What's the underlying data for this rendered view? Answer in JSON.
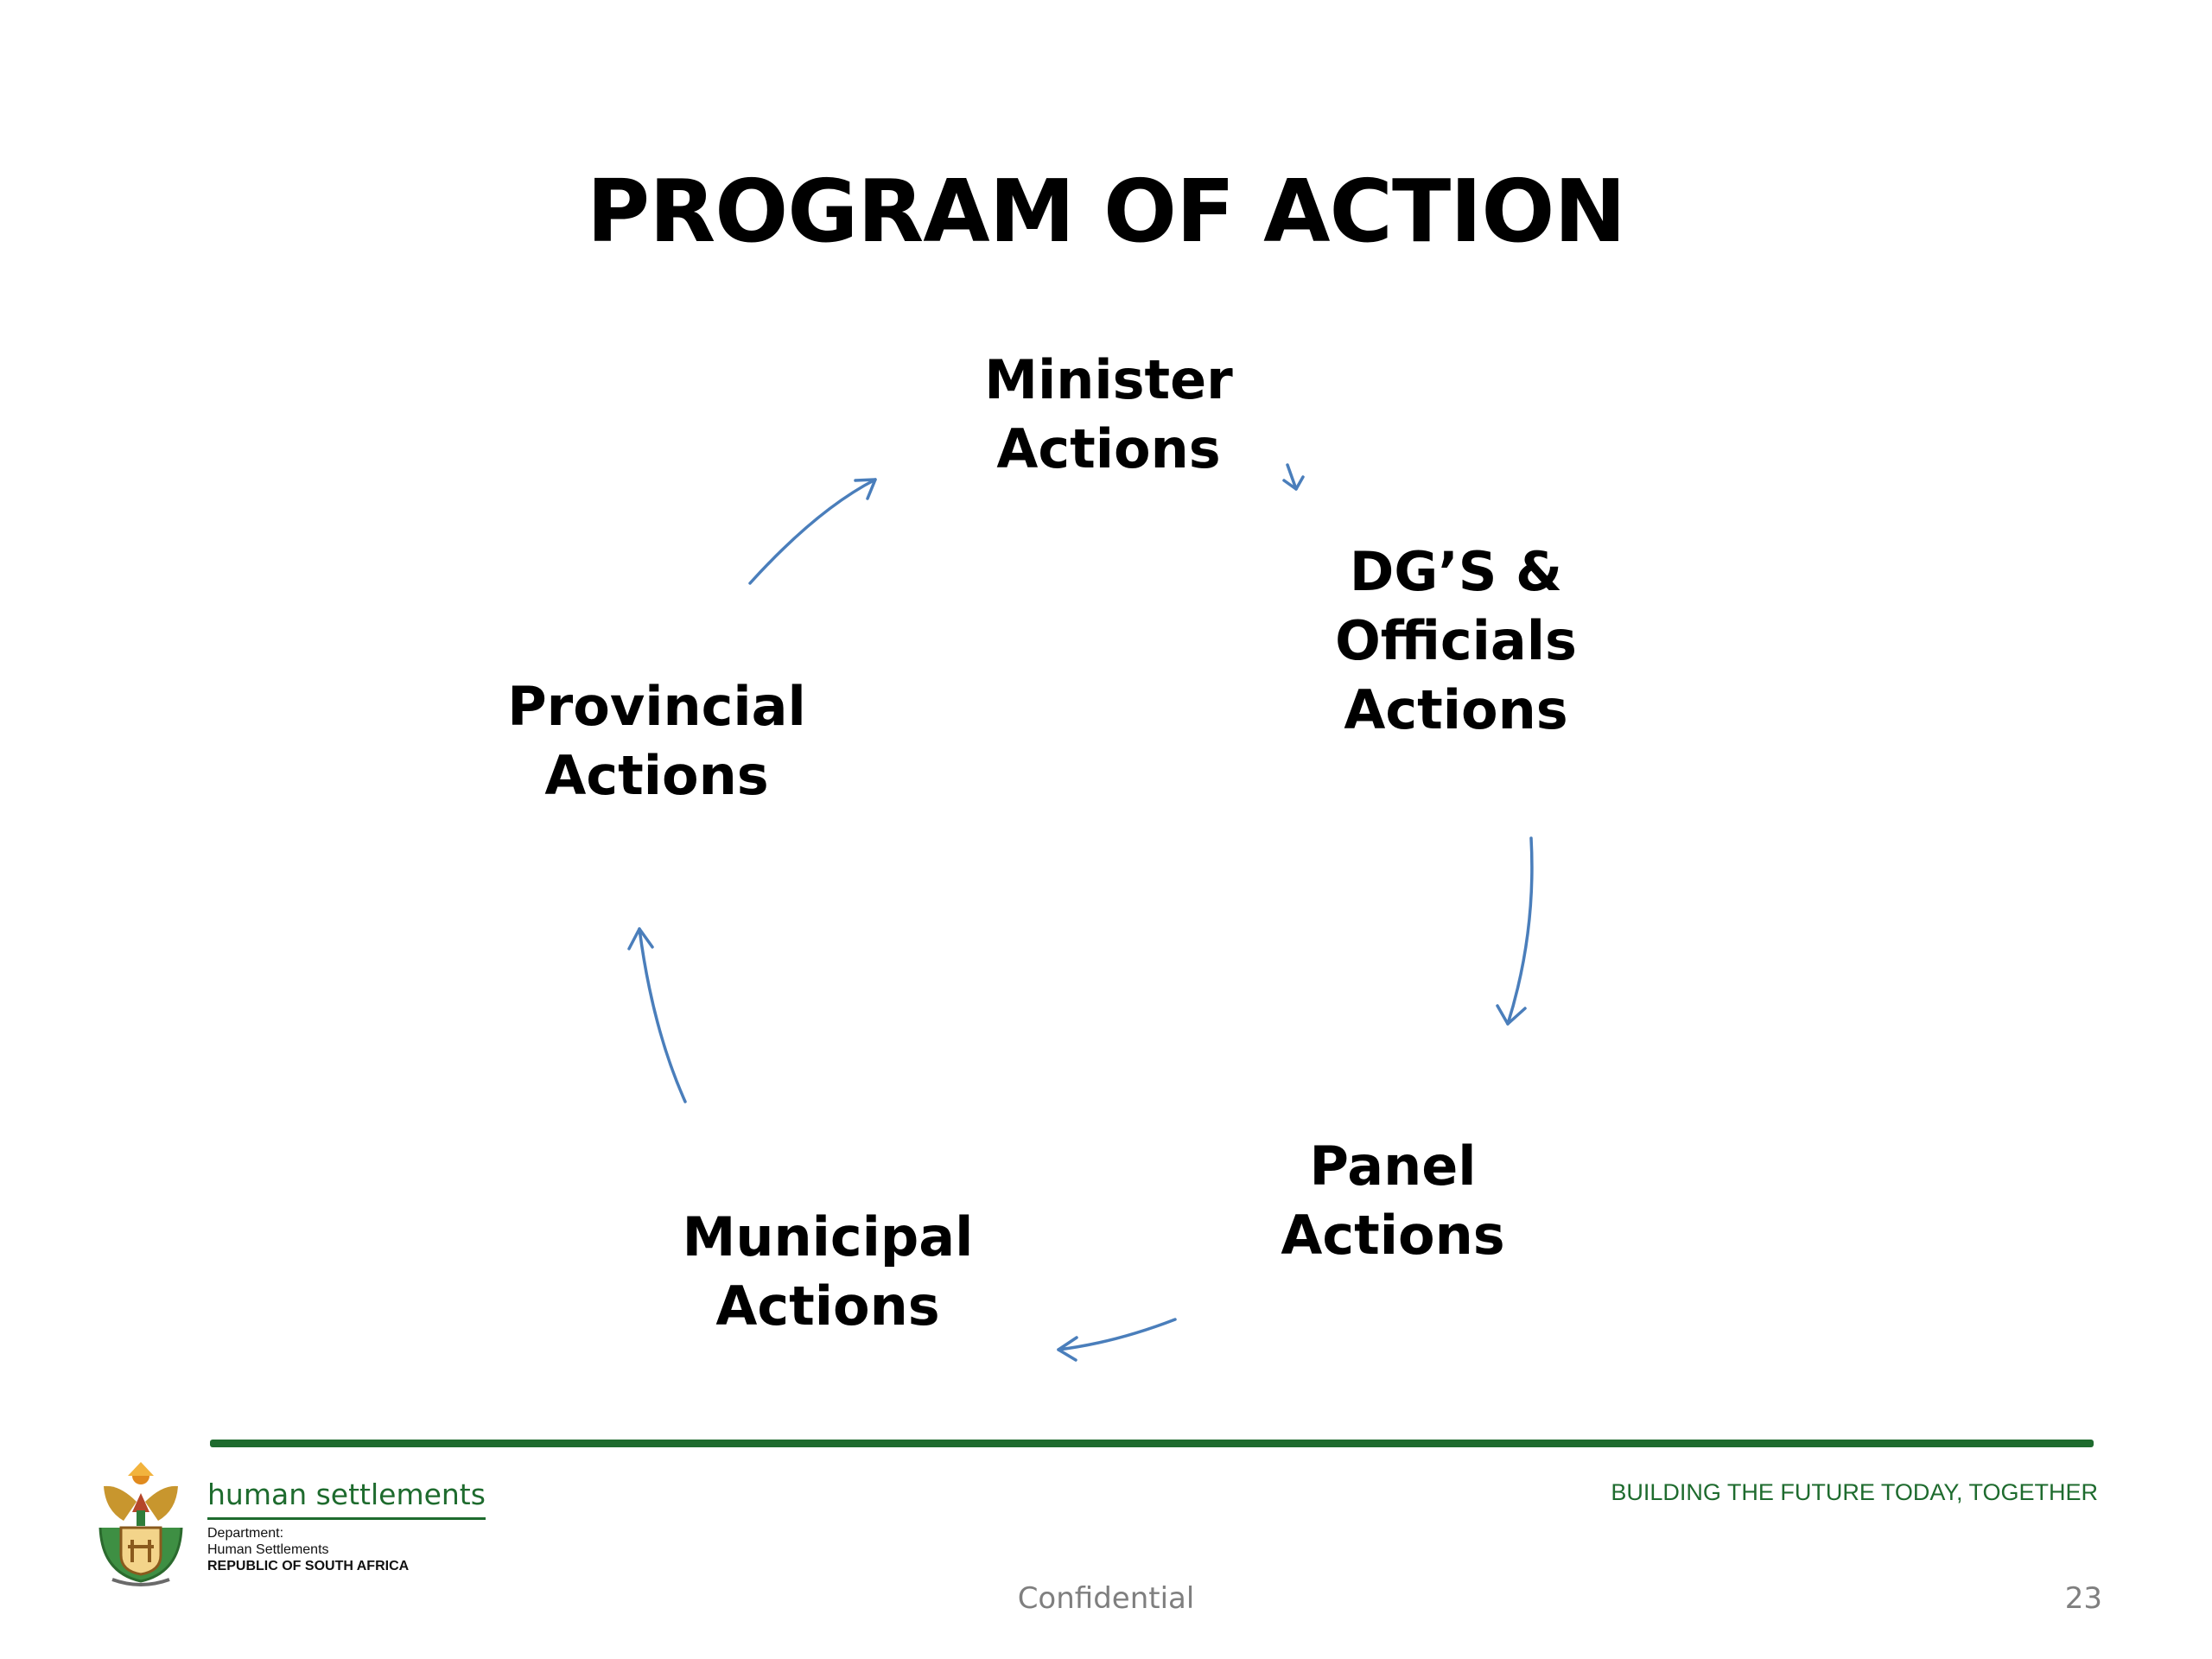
{
  "slide": {
    "title": "PROGRAM OF ACTION"
  },
  "cycle": {
    "nodes": [
      {
        "id": "minister",
        "lines": [
          "Minister",
          "Actions"
        ]
      },
      {
        "id": "dgs",
        "lines": [
          "DG’S &",
          "Officials",
          "Actions"
        ]
      },
      {
        "id": "panel",
        "lines": [
          "Panel",
          "Actions"
        ]
      },
      {
        "id": "municipal",
        "lines": [
          "Municipal",
          "Actions"
        ]
      },
      {
        "id": "provincial",
        "lines": [
          "Provincial",
          "Actions"
        ]
      }
    ],
    "arrow_color": "#4a7ebb",
    "flow": "minister → dgs → panel → municipal → provincial → minister"
  },
  "footer": {
    "department_name": "human settlements",
    "department_lines": [
      "Department:",
      "Human Settlements",
      "REPUBLIC OF SOUTH AFRICA"
    ],
    "tagline": "BUILDING THE FUTURE TODAY, TOGETHER",
    "confidential": "Confidential",
    "page_number": "23",
    "brand_color": "#1e6b2e",
    "logo_icon": "coat-of-arms-icon"
  }
}
